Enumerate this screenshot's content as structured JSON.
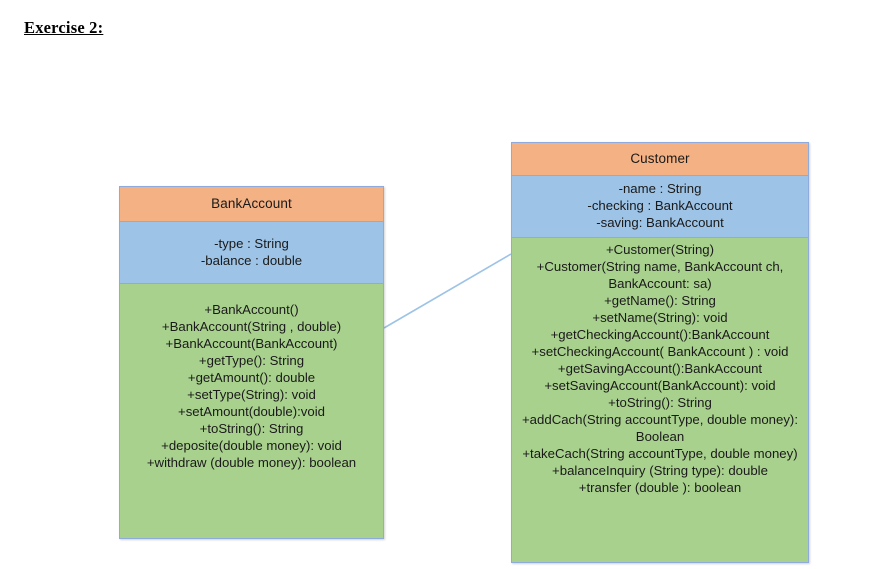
{
  "document": {
    "title": "Exercise 2:"
  },
  "theme": {
    "header_color": "#F4B183",
    "attributes_color": "#9DC3E6",
    "methods_color": "#A9D18E",
    "border_color": "#8FAADC",
    "connector_color": "#9DC3E6",
    "background_color": "#FFFFFF",
    "text_color": "#1A1A1A"
  },
  "diagram": {
    "type": "uml-class-diagram",
    "classes": [
      {
        "id": "bankaccount",
        "name": "BankAccount",
        "attributes": [
          "-type : String",
          "-balance : double"
        ],
        "methods": [
          "+BankAccount()",
          "+BankAccount(String , double)",
          "+BankAccount(BankAccount)",
          "+getType(): String",
          "+getAmount(): double",
          "+setType(String): void",
          "+setAmount(double):void",
          "+toString(): String",
          "+deposite(double money): void",
          "+withdraw (double money): boolean"
        ]
      },
      {
        "id": "customer",
        "name": "Customer",
        "attributes": [
          "-name : String",
          "-checking : BankAccount",
          "-saving: BankAccount"
        ],
        "methods": [
          "+Customer(String)",
          "+Customer(String name, BankAccount ch, BankAccount: sa)",
          "+getName(): String",
          "+setName(String): void",
          "+getCheckingAccount():BankAccount",
          "+setCheckingAccount( BankAccount ) : void",
          "+getSavingAccount():BankAccount",
          "+setSavingAccount(BankAccount): void",
          "+toString(): String",
          "+addCach(String accountType, double money): Boolean",
          "+takeCach(String accountType, double money)",
          "+balanceInquiry (String type): double",
          "+transfer (double ): boolean"
        ]
      }
    ],
    "relationships": [
      {
        "id": "bankaccount-customer-association",
        "from": "bankaccount",
        "to": "customer",
        "kind": "association",
        "style": "solid"
      }
    ]
  }
}
